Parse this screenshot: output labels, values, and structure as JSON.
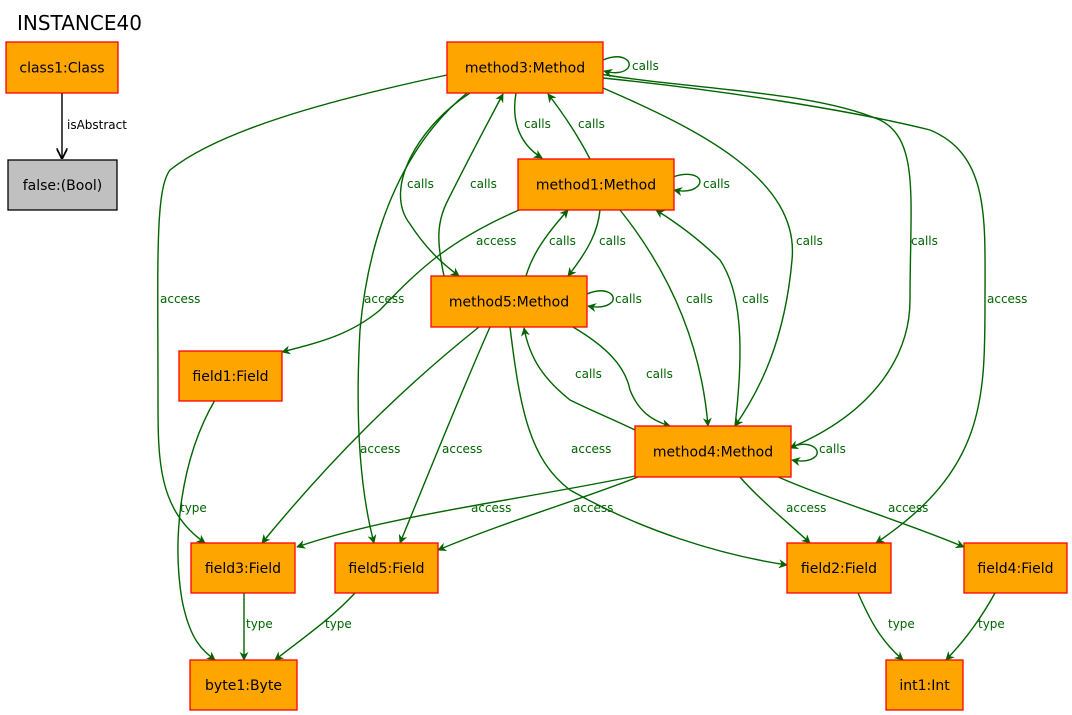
{
  "title": "INSTANCE40",
  "colors": {
    "node_fill": "#FFA500",
    "node_stroke": "#FF0000",
    "bool_fill": "#C0C0C0",
    "bool_stroke": "#000000",
    "edge_green": "#006400",
    "edge_black": "#000000"
  },
  "nodes": [
    {
      "id": "class1",
      "label": "class1:Class",
      "kind": "object"
    },
    {
      "id": "false",
      "label": "false:(Bool)",
      "kind": "value"
    },
    {
      "id": "method3",
      "label": "method3:Method",
      "kind": "object"
    },
    {
      "id": "method1",
      "label": "method1:Method",
      "kind": "object"
    },
    {
      "id": "method5",
      "label": "method5:Method",
      "kind": "object"
    },
    {
      "id": "method4",
      "label": "method4:Method",
      "kind": "object"
    },
    {
      "id": "field1",
      "label": "field1:Field",
      "kind": "object"
    },
    {
      "id": "field3",
      "label": "field3:Field",
      "kind": "object"
    },
    {
      "id": "field5",
      "label": "field5:Field",
      "kind": "object"
    },
    {
      "id": "field2",
      "label": "field2:Field",
      "kind": "object"
    },
    {
      "id": "field4",
      "label": "field4:Field",
      "kind": "object"
    },
    {
      "id": "byte1",
      "label": "byte1:Byte",
      "kind": "object"
    },
    {
      "id": "int1",
      "label": "int1:Int",
      "kind": "object"
    }
  ],
  "edges": [
    {
      "from": "class1",
      "to": "false",
      "label": "isAbstract"
    },
    {
      "from": "method3",
      "to": "method3",
      "label": "calls"
    },
    {
      "from": "method3",
      "to": "method1",
      "label": "calls"
    },
    {
      "from": "method1",
      "to": "method3",
      "label": "calls"
    },
    {
      "from": "method3",
      "to": "method5",
      "label": "calls"
    },
    {
      "from": "method5",
      "to": "method3",
      "label": "calls"
    },
    {
      "from": "method1",
      "to": "method1",
      "label": "calls"
    },
    {
      "from": "method1",
      "to": "method5",
      "label": "calls"
    },
    {
      "from": "method5",
      "to": "method1",
      "label": "calls"
    },
    {
      "from": "method1",
      "to": "field1",
      "label": "access"
    },
    {
      "from": "method3",
      "to": "field3",
      "label": "access"
    },
    {
      "from": "method3",
      "to": "field5",
      "label": "access"
    },
    {
      "from": "method3",
      "to": "method4",
      "label": "calls"
    },
    {
      "from": "method4",
      "to": "method3",
      "label": "calls"
    },
    {
      "from": "method3",
      "to": "field2",
      "label": "access"
    },
    {
      "from": "method5",
      "to": "method5",
      "label": "calls"
    },
    {
      "from": "method1",
      "to": "method4",
      "label": "calls"
    },
    {
      "from": "method4",
      "to": "method1",
      "label": "calls"
    },
    {
      "from": "method4",
      "to": "method5",
      "label": "calls"
    },
    {
      "from": "method5",
      "to": "method4",
      "label": "calls"
    },
    {
      "from": "method4",
      "to": "method4",
      "label": "calls"
    },
    {
      "from": "method5",
      "to": "field3",
      "label": "access"
    },
    {
      "from": "method5",
      "to": "field5",
      "label": "access"
    },
    {
      "from": "method5",
      "to": "field2",
      "label": "access"
    },
    {
      "from": "method4",
      "to": "field3",
      "label": "access"
    },
    {
      "from": "method4",
      "to": "field5",
      "label": "access"
    },
    {
      "from": "method4",
      "to": "field2",
      "label": "access"
    },
    {
      "from": "method4",
      "to": "field4",
      "label": "access"
    },
    {
      "from": "field1",
      "to": "byte1",
      "label": "type"
    },
    {
      "from": "field3",
      "to": "byte1",
      "label": "type"
    },
    {
      "from": "field5",
      "to": "byte1",
      "label": "type"
    },
    {
      "from": "field2",
      "to": "int1",
      "label": "type"
    },
    {
      "from": "field4",
      "to": "int1",
      "label": "type"
    }
  ]
}
